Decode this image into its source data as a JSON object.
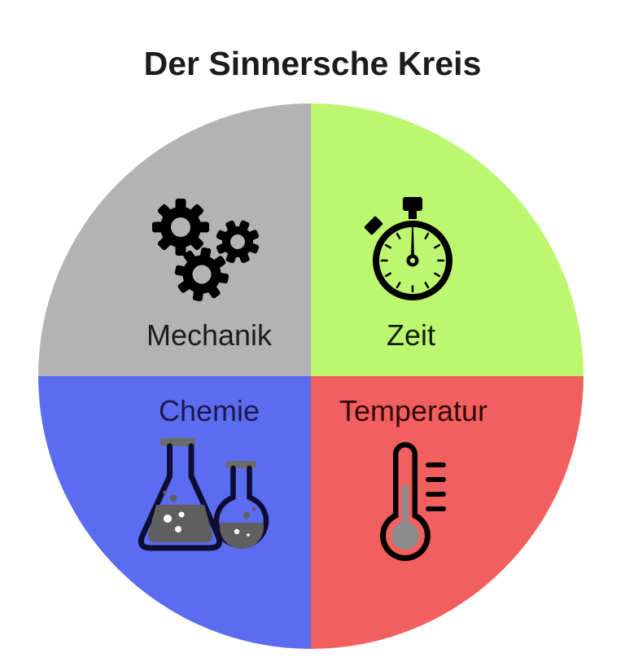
{
  "title": "Der Sinnersche Kreis",
  "diagram": {
    "type": "quadrant-circle",
    "description": "Circle divided into four colored quadrants, each with an icon and a label",
    "quadrants": [
      {
        "id": "mechanik",
        "label": "Mechanik",
        "icon": "gears-icon",
        "color": "#b3b3b3",
        "label_color": "#1c1c1c",
        "position": "top-left"
      },
      {
        "id": "zeit",
        "label": "Zeit",
        "icon": "stopwatch-icon",
        "color": "#bdf76f",
        "label_color": "#101d0e",
        "position": "top-right"
      },
      {
        "id": "chemie",
        "label": "Chemie",
        "icon": "flasks-icon",
        "color": "#5b6cf0",
        "label_color": "#1a1a4e",
        "position": "bottom-left"
      },
      {
        "id": "temperatur",
        "label": "Temperatur",
        "icon": "thermometer-icon",
        "color": "#f25f5f",
        "label_color": "#330909",
        "position": "bottom-right"
      }
    ]
  },
  "colors": {
    "page_background": "#ffffff",
    "title_text": "#1c1c1c",
    "icon_black": "#000000",
    "flask_outline": "#0d0d33",
    "flask_gray": "#5f5f5f",
    "flask_cap_gray": "#6b6b6b",
    "mercury_gray": "#8c8c8c"
  }
}
